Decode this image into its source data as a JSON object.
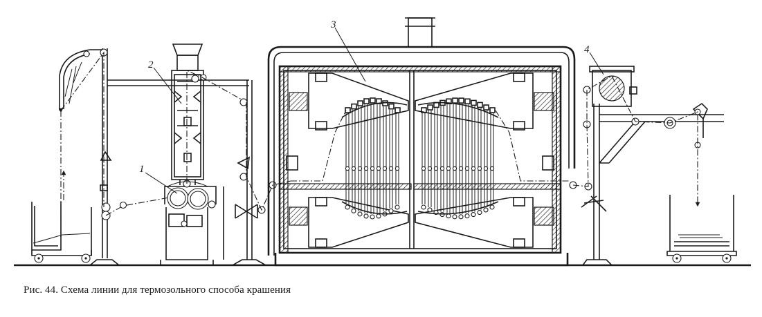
{
  "diagram": {
    "caption": "Рис. 44. Схема линии для термозольного способа крашения",
    "labels": [
      {
        "id": "1",
        "text": "1"
      },
      {
        "id": "2",
        "text": "2"
      },
      {
        "id": "3",
        "text": "3"
      },
      {
        "id": "4",
        "text": "4"
      }
    ]
  }
}
